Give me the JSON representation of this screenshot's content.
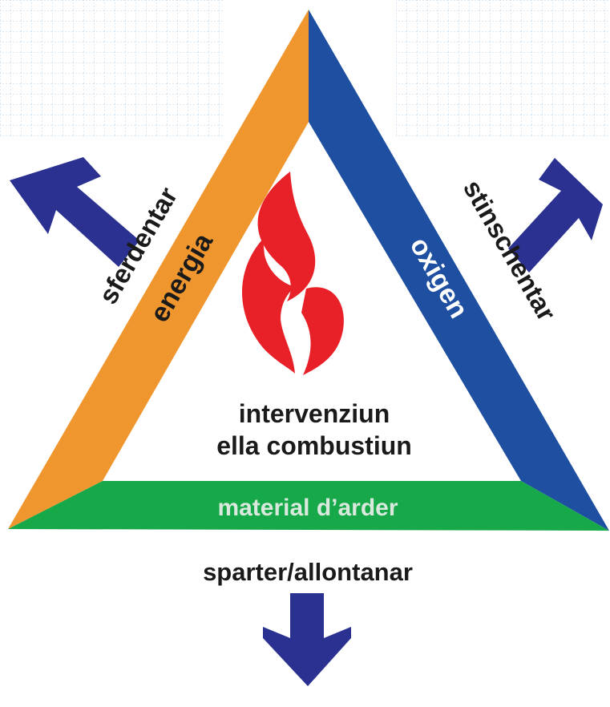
{
  "diagram": {
    "center_label_line1": "intervenziun",
    "center_label_line2": "ella combustiun",
    "sides": {
      "left": "energia",
      "right": "oxigen",
      "bottom": "material d’arder"
    },
    "actions": {
      "left": "sferdentar",
      "right": "stinschentar",
      "bottom": "sparter/allontanar"
    },
    "colors": {
      "energy_side": "#F0962E",
      "oxygen_side": "#1E4FA0",
      "fuel_side": "#17A84A",
      "arrow": "#2B3190",
      "flame": "#E82128",
      "text": "#1A1A1A",
      "bottom_label_text": "#D9E9DD",
      "grid": "#B8D4EC"
    },
    "icons": {
      "center": "flame-icon",
      "arrows": "arrow-icon"
    }
  }
}
